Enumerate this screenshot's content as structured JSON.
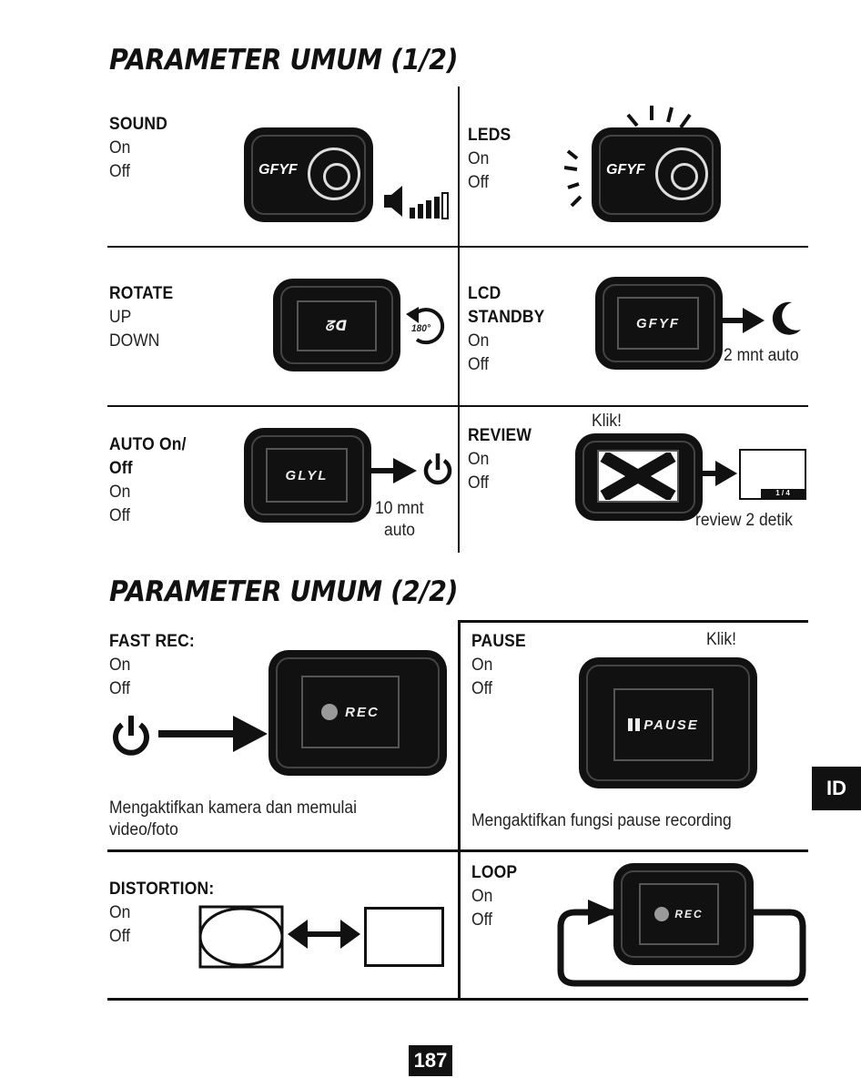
{
  "section1": {
    "title": "PARAMETER UMUM (1/2)",
    "sound": {
      "title": "SOUND",
      "opt1": "On",
      "opt2": "Off",
      "logo": "GFYF"
    },
    "leds": {
      "title": "LEDS",
      "opt1": "On",
      "opt2": "Off",
      "logo": "GFYF"
    },
    "rotate": {
      "title": "ROTATE",
      "opt1": "UP",
      "opt2": "DOWN",
      "screen": "ᘔᗡ",
      "badge": "180°"
    },
    "lcd_standby": {
      "title1": "LCD",
      "title2": "STANDBY",
      "opt1": "On",
      "opt2": "Off",
      "screen": "GFYF",
      "caption": "2 mnt auto"
    },
    "auto_off": {
      "title1": "AUTO On/",
      "title2": "Off",
      "opt1": "On",
      "opt2": "Off",
      "screen": "GLYL",
      "caption1": "10 mnt",
      "caption2": "auto"
    },
    "review": {
      "title": "REVIEW",
      "opt1": "On",
      "opt2": "Off",
      "click": "Klik!",
      "thumb": "1 / 4",
      "caption": "review 2 detik"
    }
  },
  "section2": {
    "title": "PARAMETER UMUM (2/2)",
    "fast_rec": {
      "title": "FAST REC:",
      "opt1": "On",
      "opt2": "Off",
      "screen": "REC",
      "caption1": "Mengaktifkan kamera dan memulai",
      "caption2": "video/foto"
    },
    "pause": {
      "title": "PAUSE",
      "opt1": "On",
      "opt2": "Off",
      "click": "Klik!",
      "screen": "PAUSE",
      "caption": "Mengaktifkan fungsi pause recording"
    },
    "distortion": {
      "title": "DISTORTION:",
      "opt1": "On",
      "opt2": "Off"
    },
    "loop": {
      "title": "LOOP",
      "opt1": "On",
      "opt2": "Off",
      "screen": "REC"
    }
  },
  "side_tab": "ID",
  "page_number": "187",
  "colors": {
    "ink": "#111111",
    "paper": "#ffffff",
    "rec_dot": "#9a9a9a"
  }
}
